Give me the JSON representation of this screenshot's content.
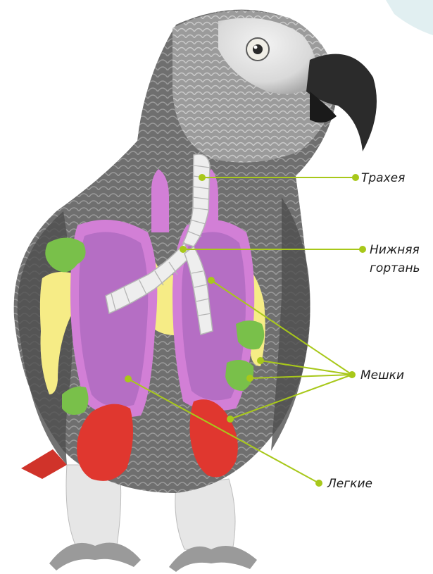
{
  "labels": {
    "trachea": "Трахея",
    "syrinx_line1": "Нижняя",
    "syrinx_line2": "гортань",
    "air_sacs": "Мешки",
    "lungs": "Легкие"
  },
  "colors": {
    "pointer": "#a8c81a",
    "lungs": "#b56ec4",
    "lung_outline": "#d27fd6",
    "air_sac_yellow": "#f6ec86",
    "air_sac_green": "#79c04a",
    "air_sac_red": "#e0372f",
    "trachea": "#eeeeee",
    "feathers_dark": "#5e5e5e",
    "feathers_light": "#a7a7a7",
    "beak": "#2b2b2b",
    "tail": "#d0332a"
  }
}
